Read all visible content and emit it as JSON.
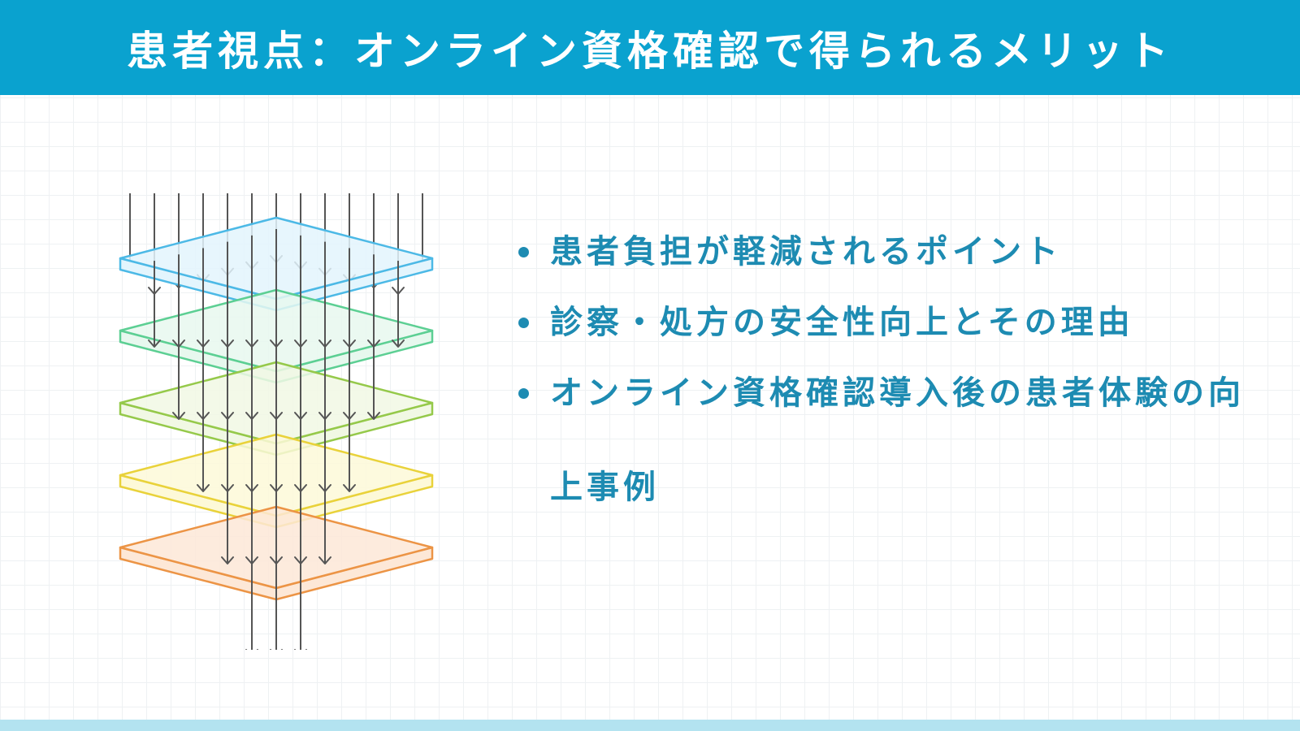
{
  "header": {
    "title": "患者視点：オンライン資格確認で得られるメリット"
  },
  "colors": {
    "header_bg": "#0aa2cf",
    "bullet_text": "#1d8bb2",
    "footer_band": "#b3e3f0",
    "arrow": "#555555"
  },
  "diagram": {
    "icon": "layered-filter-icon",
    "layers": [
      {
        "stroke": "#4cb9e6",
        "fill": "#e3f5fd",
        "arrows_out": 11
      },
      {
        "stroke": "#5ccf93",
        "fill": "#e7f8ee",
        "arrows_out": 9
      },
      {
        "stroke": "#95c94a",
        "fill": "#f1f8e4",
        "arrows_out": 7
      },
      {
        "stroke": "#e9d23a",
        "fill": "#fdf9d8",
        "arrows_out": 5
      },
      {
        "stroke": "#ec9445",
        "fill": "#fde8d7",
        "arrows_out": 3
      }
    ],
    "arrows_in": 13
  },
  "bullets": [
    {
      "text": "患者負担が軽減されるポイント"
    },
    {
      "text": "診察・処方の安全性向上とその理由"
    },
    {
      "text": "オンライン資格確認導入後の患者体験の向上事例"
    }
  ]
}
